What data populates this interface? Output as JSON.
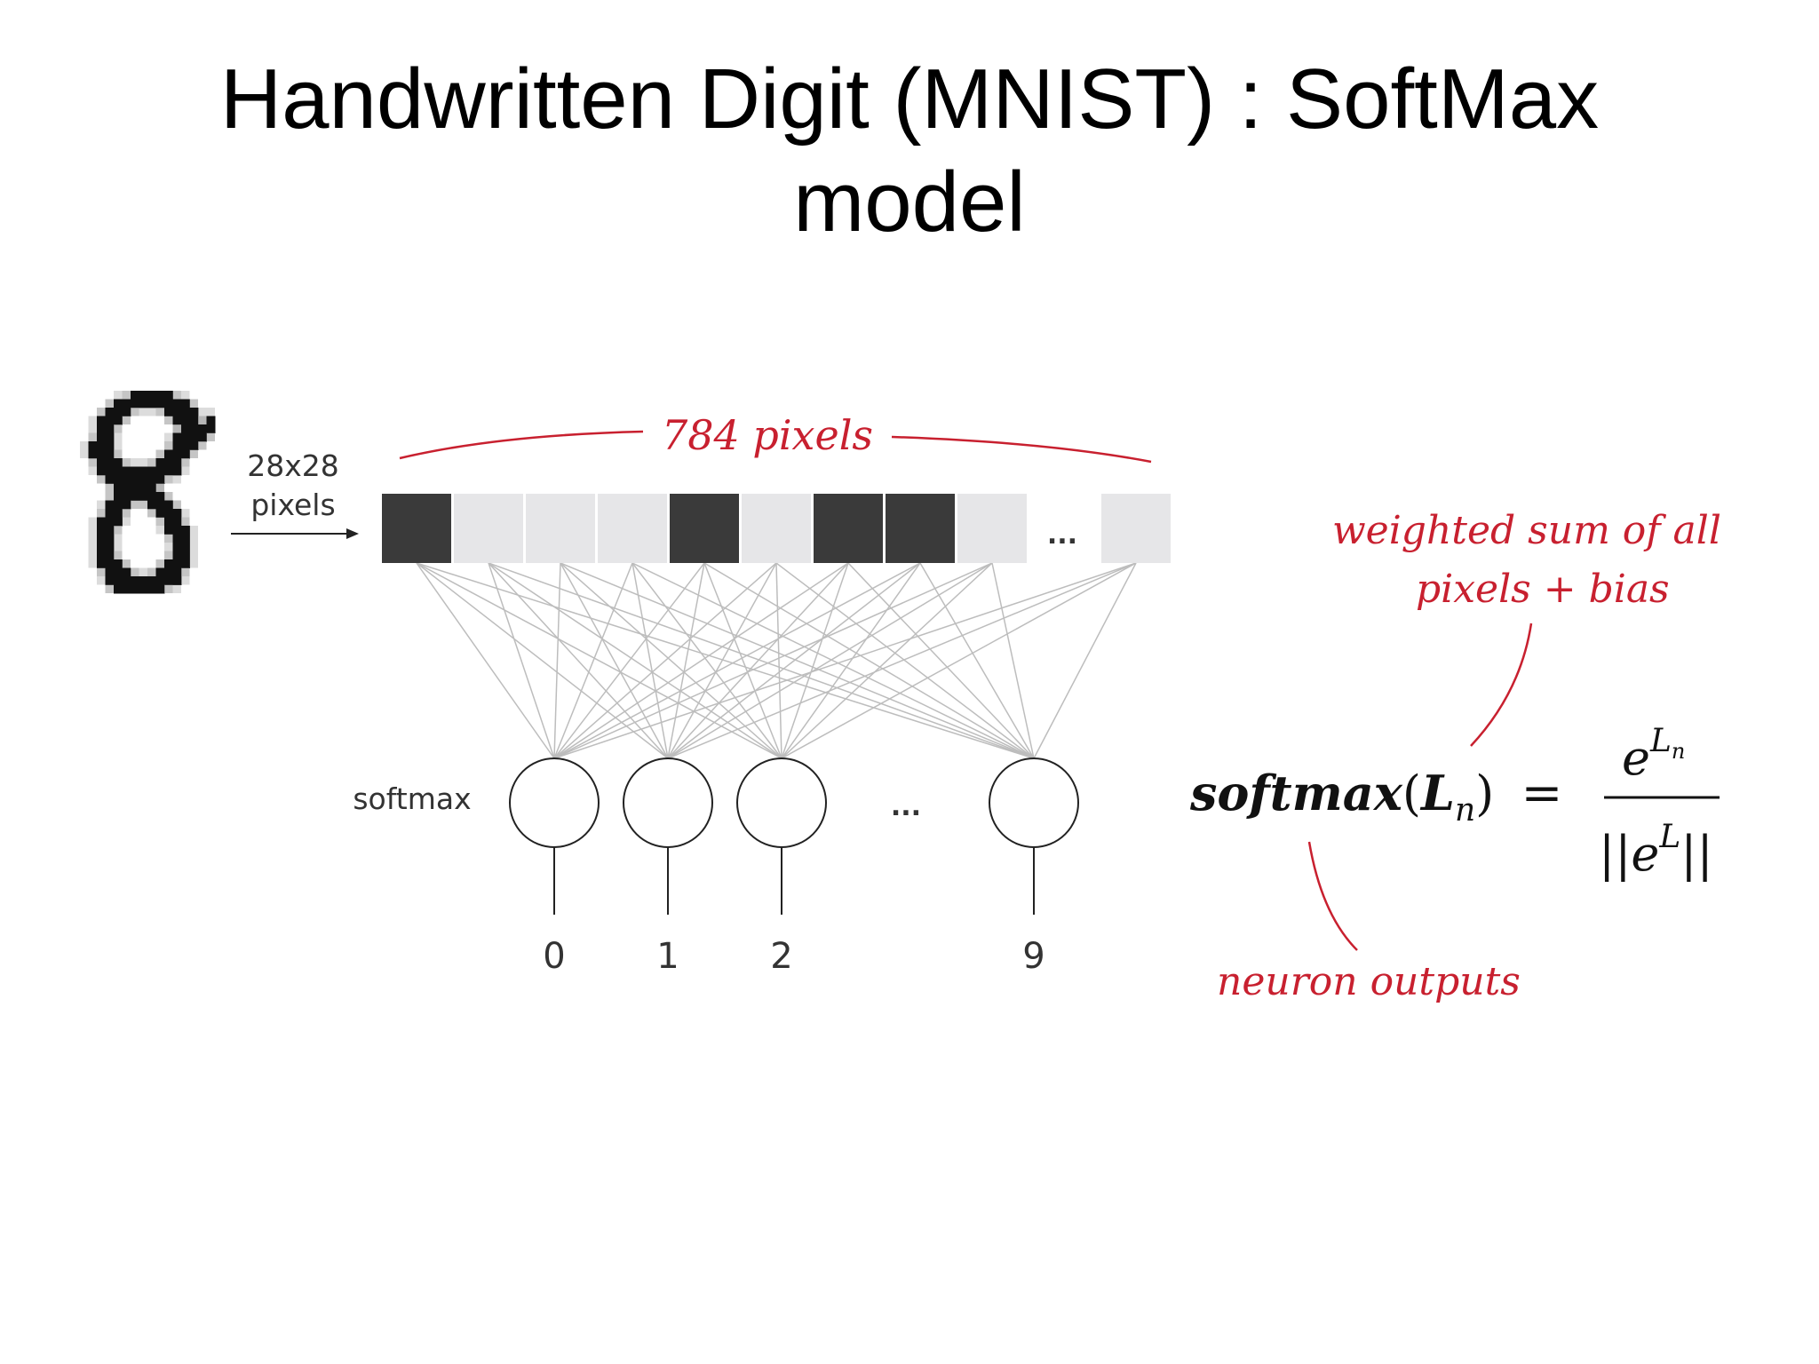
{
  "title": {
    "line1": "Handwritten Digit (MNIST) : SoftMax",
    "line2": "model"
  },
  "diagram": {
    "input_size_label_1": "28x28",
    "input_size_label_2": "pixels",
    "pixel_count_annotation": "784 pixels",
    "pixel_row_ellipsis": "...",
    "pixel_cells": [
      "dark",
      "light",
      "light",
      "light",
      "dark",
      "light",
      "dark",
      "dark",
      "light",
      "light"
    ],
    "layer_label": "softmax",
    "neuron_ellipsis": "...",
    "outputs": [
      "0",
      "1",
      "2",
      "9"
    ],
    "weighted_sum_annotation_1": "weighted sum of all",
    "weighted_sum_annotation_2": "pixels + bias",
    "neuron_outputs_annotation": "neuron outputs",
    "formula": {
      "lhs_func": "softmax",
      "lhs_arg": "L",
      "lhs_arg_sub": "n",
      "equals": "=",
      "num_base": "e",
      "num_exp": "L",
      "num_exp_sub": "n",
      "den_left_bars": "||",
      "den_base": "e",
      "den_exp": "L",
      "den_right_bars": "||"
    },
    "colors": {
      "dark_pixel": "#3a3a3a",
      "light_pixel": "#e6e6e8",
      "annotation_red": "#c8202f",
      "edge_gray": "#bdbdbd"
    }
  }
}
